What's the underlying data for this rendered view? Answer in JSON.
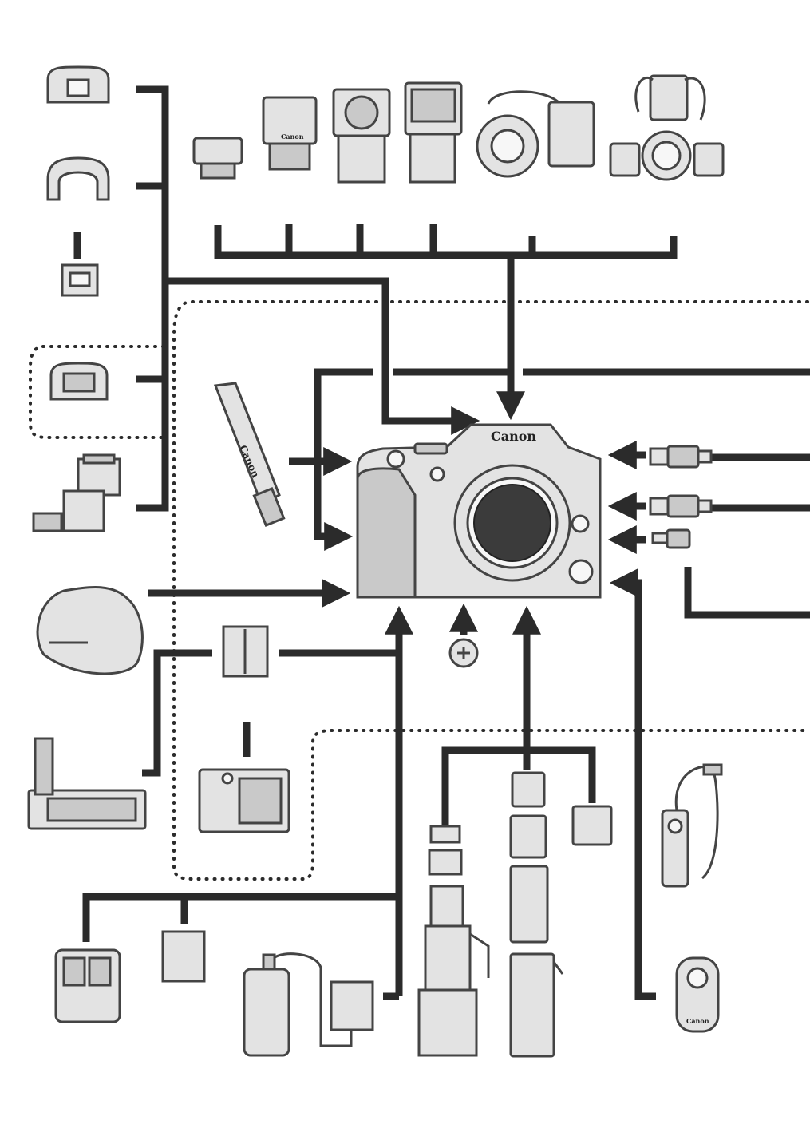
{
  "camera": {
    "brand_label": "Canon"
  },
  "strap": {
    "brand_label": "Canon"
  },
  "remote": {
    "brand_label": "Canon"
  },
  "flashes": {
    "brand_label": "Canon"
  }
}
